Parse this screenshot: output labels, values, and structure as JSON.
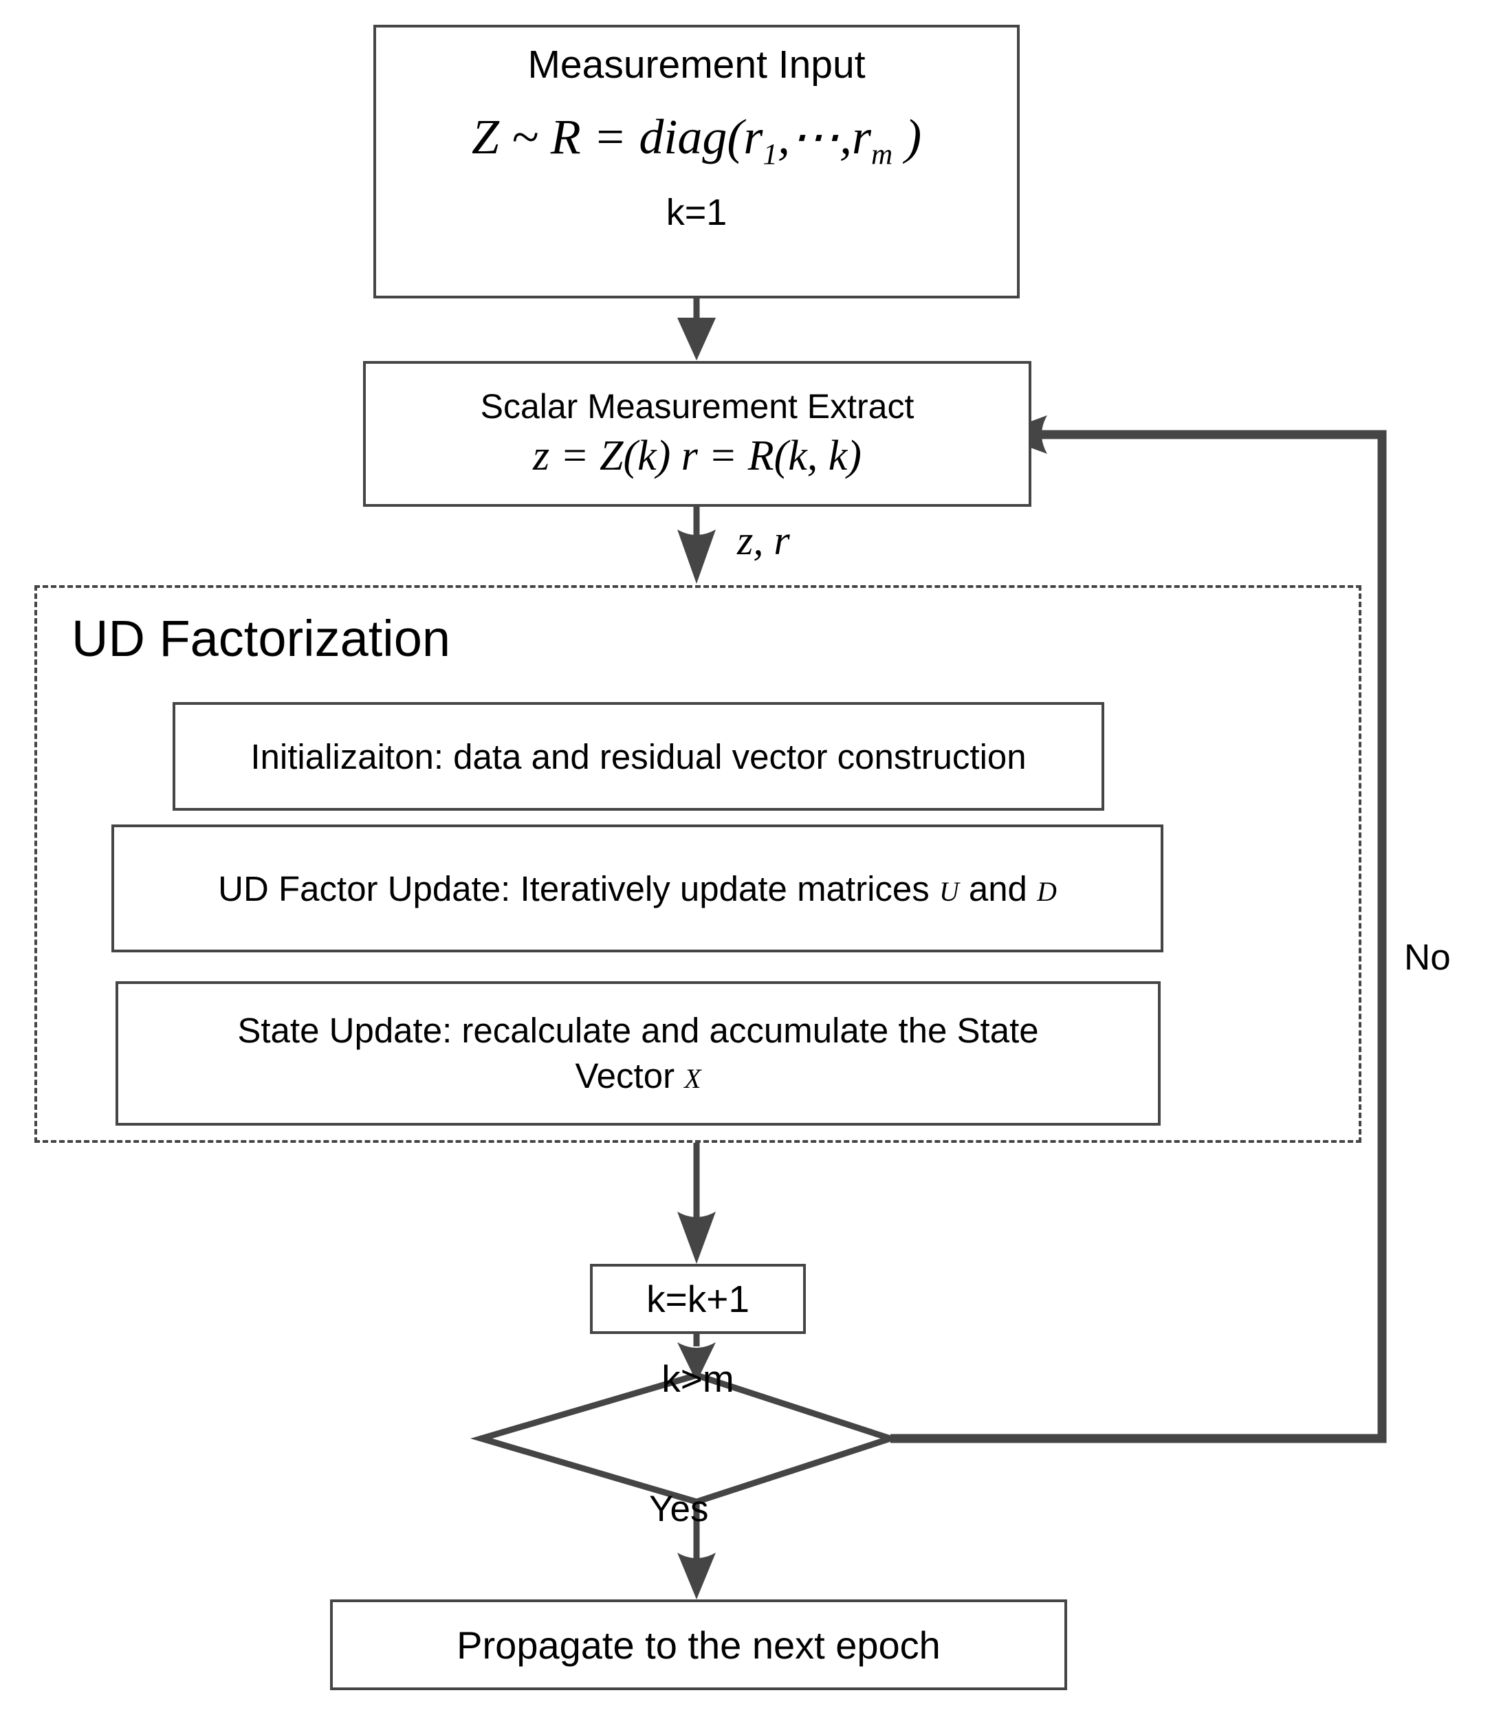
{
  "diagram": {
    "title": "UD Factorization scalar measurement update flowchart",
    "colors": {
      "line": "#454545",
      "text": "#000000",
      "background": "#ffffff"
    },
    "nodes": {
      "measurement_input": {
        "title": "Measurement Input",
        "formula_prefix": "Z ~ R = diag(r",
        "formula_sub1": "1",
        "formula_mid": ",⋯,r",
        "formula_sub2": "m",
        "formula_suffix": " )",
        "formula_plain": "Z ~ R = diag(r₁,⋯,rₘ )",
        "counter_init": "k=1"
      },
      "scalar_extract": {
        "title": "Scalar Measurement Extract",
        "formula": "z = Z(k)   r = R(k, k)"
      },
      "ud_factorization": {
        "heading": "UD Factorization",
        "steps": [
          {
            "label": "Initializaiton: data and residual vector construction"
          },
          {
            "label_before": "UD Factor Update: Iteratively update matrices ",
            "var1": "U",
            "label_middle": " and ",
            "var2": "D"
          },
          {
            "line1": "State Update: recalculate and accumulate the State",
            "line2_before": "Vector ",
            "var1": "X"
          }
        ]
      },
      "increment": {
        "label": "k=k+1"
      },
      "decision": {
        "label": "k>m"
      },
      "propagate": {
        "label": "Propagate to the next epoch"
      }
    },
    "edges": {
      "input_to_extract": {
        "label": ""
      },
      "extract_to_ud": {
        "label": "z, r"
      },
      "decision_no": {
        "label": "No"
      },
      "decision_yes": {
        "label": "Yes"
      }
    }
  }
}
